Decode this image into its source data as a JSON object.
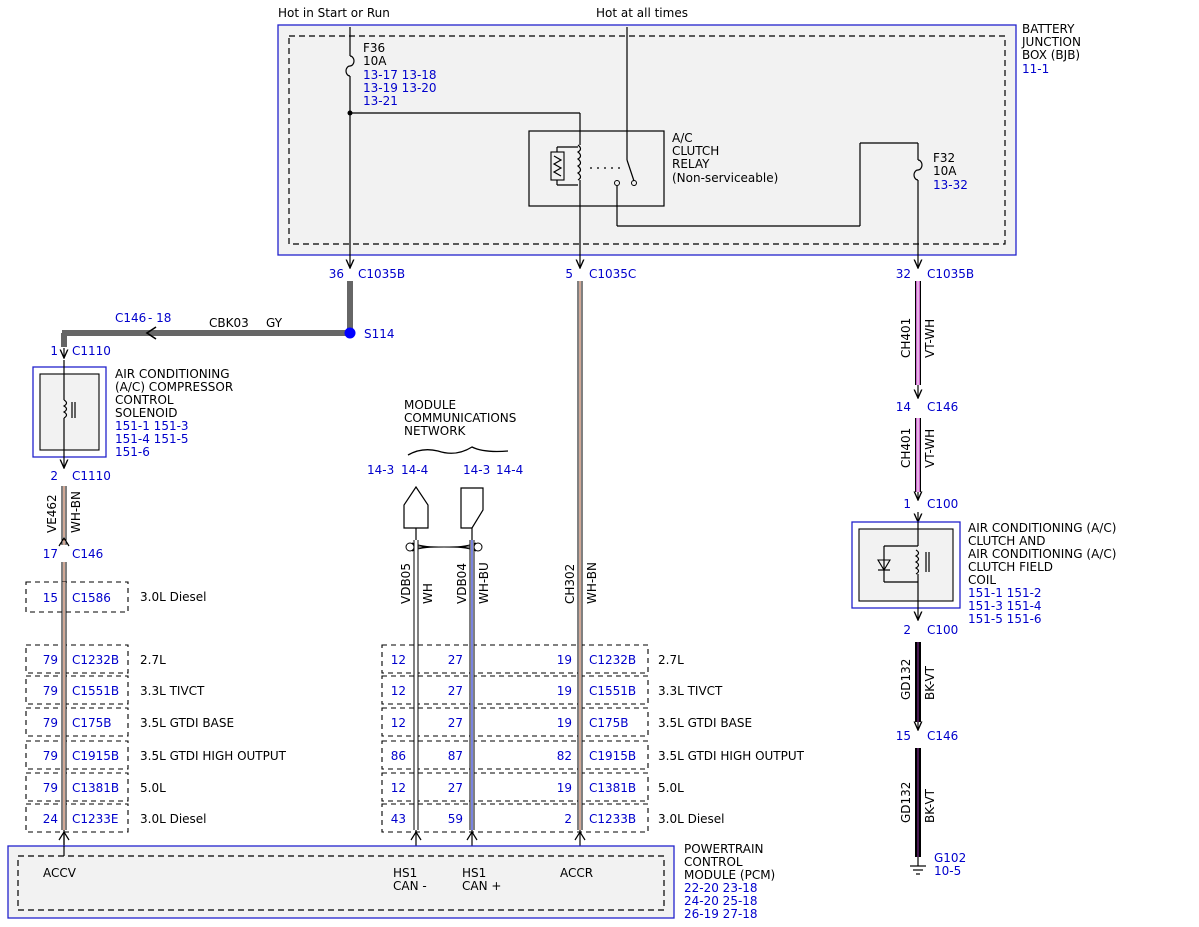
{
  "sources": {
    "hot_start_run": "Hot in Start or Run",
    "hot_all_times": "Hot at all times"
  },
  "bjb": {
    "label": [
      "BATTERY",
      "JUNCTION",
      "BOX (BJB)"
    ],
    "ref": "11-1",
    "f36": {
      "name": "F36",
      "rating": "10A",
      "refs": [
        "13-17 13-18",
        "13-19 13-20",
        "13-21"
      ]
    },
    "relay": [
      "A/C",
      "CLUTCH",
      "RELAY",
      "(Non-serviceable)"
    ],
    "f32": {
      "name": "F32",
      "rating": "10A",
      "refs": [
        "13-32"
      ]
    }
  },
  "bjb_pins": {
    "p36": "36",
    "c36": "C1035B",
    "p5": "5",
    "c5": "C1035C",
    "p32": "32",
    "c32": "C1035B"
  },
  "splice": {
    "name": "S114",
    "c146": "C146",
    "c146_pin": "- 18",
    "circuit": "CBK03",
    "color": "GY"
  },
  "solenoid": {
    "label": [
      "AIR CONDITIONING",
      "(A/C) COMPRESSOR",
      "CONTROL",
      "SOLENOID"
    ],
    "refs": [
      "151-1 151-3",
      "151-4 151-5",
      "151-6"
    ],
    "pin1": "1",
    "c1": "C1110",
    "pin2": "2",
    "c2": "C1110"
  },
  "wire_ve462": {
    "circuit": "VE462",
    "color": "WH-BN",
    "c146_pin": "17",
    "c146": "C146"
  },
  "mcn": {
    "label": [
      "MODULE",
      "COMMUNICATIONS",
      "NETWORK"
    ],
    "refs_a": [
      "14-3",
      "14-4"
    ],
    "refs_b": [
      "14-3",
      "14-4"
    ]
  },
  "wires_can": [
    {
      "circuit": "VDB05",
      "color": "WH"
    },
    {
      "circuit": "VDB04",
      "color": "WH-BU"
    }
  ],
  "wire_ch302": {
    "circuit": "CH302",
    "color": "WH-BN"
  },
  "diesel_left": {
    "pin": "15",
    "conn": "C1586",
    "engine": "3.0L Diesel"
  },
  "pcm_rows": [
    {
      "left_pin": "79",
      "left_conn": "C1232B",
      "p1": "12",
      "p2": "27",
      "p3": "19",
      "right_conn": "C1232B",
      "engine": "2.7L"
    },
    {
      "left_pin": "79",
      "left_conn": "C1551B",
      "p1": "12",
      "p2": "27",
      "p3": "19",
      "right_conn": "C1551B",
      "engine": "3.3L TIVCT"
    },
    {
      "left_pin": "79",
      "left_conn": "C175B",
      "p1": "12",
      "p2": "27",
      "p3": "19",
      "right_conn": "C175B",
      "engine": "3.5L GTDI BASE"
    },
    {
      "left_pin": "79",
      "left_conn": "C1915B",
      "p1": "86",
      "p2": "87",
      "p3": "82",
      "right_conn": "C1915B",
      "engine": "3.5L GTDI HIGH OUTPUT"
    },
    {
      "left_pin": "79",
      "left_conn": "C1381B",
      "p1": "12",
      "p2": "27",
      "p3": "19",
      "right_conn": "C1381B",
      "engine": "5.0L"
    },
    {
      "left_pin": "24",
      "left_conn": "C1233E",
      "p1": "43",
      "p2": "59",
      "p3": "2",
      "right_conn": "C1233B",
      "engine": "3.0L Diesel"
    }
  ],
  "pcm": {
    "label": [
      "POWERTRAIN",
      "CONTROL",
      "MODULE (PCM)"
    ],
    "refs": [
      "22-20 23-18",
      "24-20 25-18",
      "26-19 27-18"
    ],
    "accv": "ACCV",
    "hs1_minus": [
      "HS1",
      "CAN -"
    ],
    "hs1_plus": [
      "HS1",
      "CAN +"
    ],
    "accr": "ACCR"
  },
  "ch401_a": {
    "circuit": "CH401",
    "color": "VT-WH",
    "pin": "14",
    "conn": "C146"
  },
  "ch401_b": {
    "circuit": "CH401",
    "color": "VT-WH",
    "pin": "1",
    "conn": "C100"
  },
  "clutch_coil": {
    "label": [
      "AIR CONDITIONING (A/C)",
      "CLUTCH AND",
      "AIR CONDITIONING (A/C)",
      "CLUTCH FIELD",
      "COIL"
    ],
    "refs": [
      "151-1 151-2",
      "151-3 151-4",
      "151-5 151-6"
    ],
    "pin2": "2",
    "c2": "C100"
  },
  "gd132_a": {
    "circuit": "GD132",
    "color": "BK-VT",
    "pin": "15",
    "conn": "C146"
  },
  "gd132_b": {
    "circuit": "GD132",
    "color": "BK-VT"
  },
  "ground": {
    "name": "G102",
    "ref": "10-5"
  }
}
